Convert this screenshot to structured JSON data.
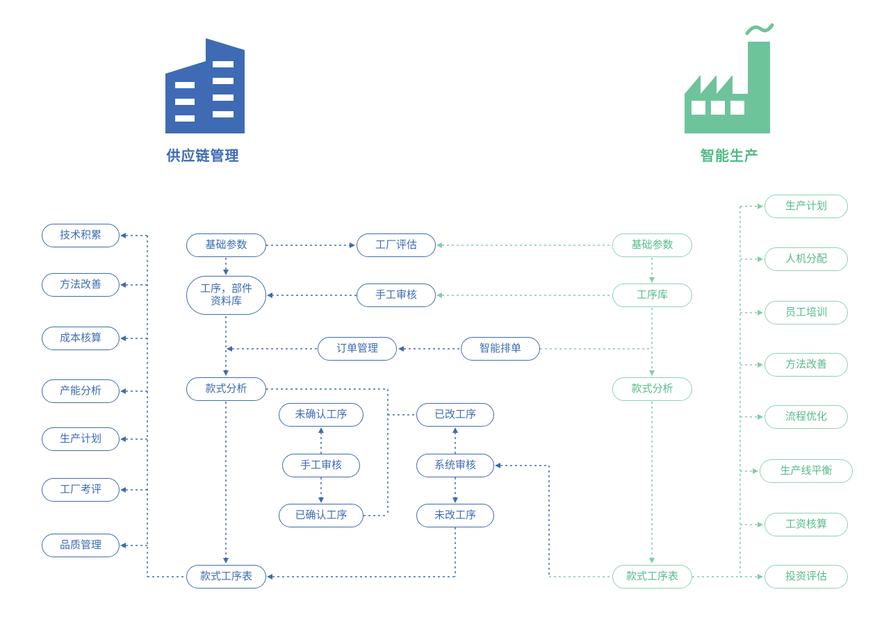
{
  "colors": {
    "blue": "#3e6bb4",
    "green": "#6ec49a"
  },
  "sections": {
    "supply_chain": {
      "title": "供应链管理"
    },
    "smart_production": {
      "title": "智能生产"
    }
  },
  "diagram": {
    "left_outputs": [
      "技术积累",
      "方法改善",
      "成本核算",
      "产能分析",
      "生产计划",
      "工厂考评",
      "品质管理"
    ],
    "blue_flow": {
      "basic_params": "基础参数",
      "parts_db_line1": "工序，部件",
      "parts_db_line2": "资料库",
      "style_analysis": "款式分析",
      "style_process_sheet": "款式工序表"
    },
    "middle_flow": {
      "factory_evaluation": "工厂评估",
      "manual_review_top": "手工审核",
      "order_management": "订单管理",
      "smart_scheduling": "智能排单",
      "unconfirmed_process": "未确认工序",
      "changed_process": "已改工序",
      "manual_review": "手工审核",
      "system_review": "系统审核",
      "confirmed_process": "已确认工序",
      "unchanged_process": "未改工序"
    },
    "green_flow": {
      "basic_params": "基础参数",
      "process_library": "工序库",
      "style_analysis": "款式分析",
      "style_process_sheet": "款式工序表"
    },
    "right_outputs": [
      "生产计划",
      "人机分配",
      "员工培训",
      "方法改善",
      "流程优化",
      "生产线平衡",
      "工资核算",
      "投资评估"
    ]
  }
}
